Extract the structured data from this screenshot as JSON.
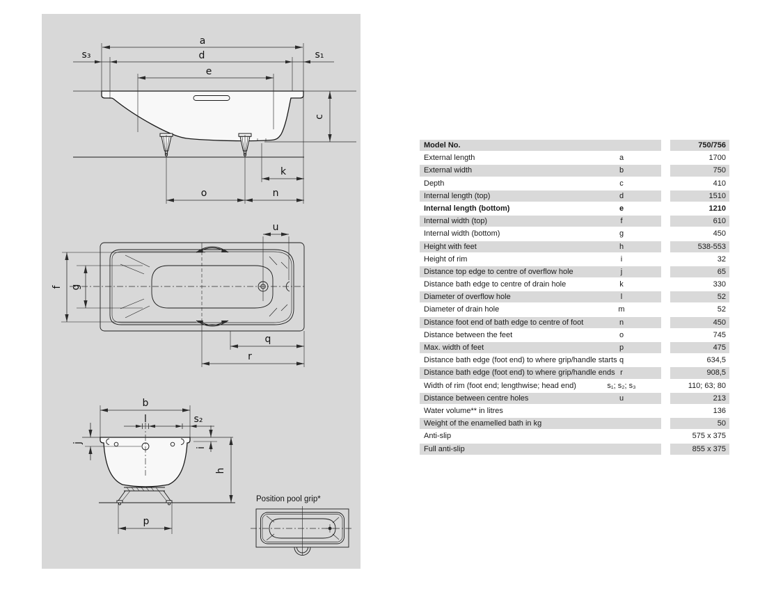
{
  "colors": {
    "panel_bg": "#d8d8d8",
    "row_shaded": "#d9d9d9",
    "row_plain": "#ffffff",
    "text": "#1a1a1a",
    "line": "#2b2b2b"
  },
  "diagram": {
    "caption": "Position pool grip*",
    "labels": {
      "a": "a",
      "d": "d",
      "e": "e",
      "s3": "s₃",
      "s1": "s₁",
      "c": "c",
      "k": "k",
      "o": "o",
      "n": "n",
      "u": "u",
      "f": "f",
      "g": "g",
      "q": "q",
      "r": "r",
      "b": "b",
      "l": "l",
      "s2": "s₂",
      "j": "j",
      "i": "i",
      "h": "h",
      "p": "p"
    }
  },
  "table": {
    "rows": [
      {
        "label": "Model No.",
        "letter": "",
        "value": "750/756"
      },
      {
        "label": "External length",
        "letter": "a",
        "value": "1700"
      },
      {
        "label": "External width",
        "letter": "b",
        "value": "750"
      },
      {
        "label": "Depth",
        "letter": "c",
        "value": "410"
      },
      {
        "label": "Internal length (top)",
        "letter": "d",
        "value": "1510"
      },
      {
        "label": "Internal length (bottom)",
        "letter": "e",
        "value": "1210"
      },
      {
        "label": "Internal width (top)",
        "letter": "f",
        "value": "610"
      },
      {
        "label": "Internal width (bottom)",
        "letter": "g",
        "value": "450"
      },
      {
        "label": "Height with feet",
        "letter": "h",
        "value": "538-553"
      },
      {
        "label": "Height of rim",
        "letter": "i",
        "value": "32"
      },
      {
        "label": "Distance top edge to centre of overflow hole",
        "letter": "j",
        "value": "65"
      },
      {
        "label": "Distance bath edge to centre of drain hole",
        "letter": "k",
        "value": "330"
      },
      {
        "label": "Diameter of overflow hole",
        "letter": "l",
        "value": "52"
      },
      {
        "label": "Diameter of drain hole",
        "letter": "m",
        "value": "52"
      },
      {
        "label": "Distance foot end of bath edge to centre of foot",
        "letter": "n",
        "value": "450"
      },
      {
        "label": "Distance between the feet",
        "letter": "o",
        "value": "745"
      },
      {
        "label": "Max. width of feet",
        "letter": "p",
        "value": "475"
      },
      {
        "label": "Distance bath edge (foot end) to where grip/handle starts",
        "letter": "q",
        "value": "634,5"
      },
      {
        "label": "Distance bath edge (foot end) to where grip/handle ends",
        "letter": "r",
        "value": "908,5"
      },
      {
        "label": "Width of rim (foot end; lengthwise; head end)",
        "letter": "s₁; s₂; s₃",
        "value": "110; 63; 80"
      },
      {
        "label": "Distance between centre holes",
        "letter": "u",
        "value": "213"
      },
      {
        "label": "Water volume** in litres",
        "letter": "",
        "value": "136"
      },
      {
        "label": "Weight of the enamelled bath in kg",
        "letter": "",
        "value": "50"
      },
      {
        "label": "Anti-slip",
        "letter": "",
        "value": "575 x 375"
      },
      {
        "label": "Full anti-slip",
        "letter": "",
        "value": "855 x 375"
      }
    ]
  }
}
